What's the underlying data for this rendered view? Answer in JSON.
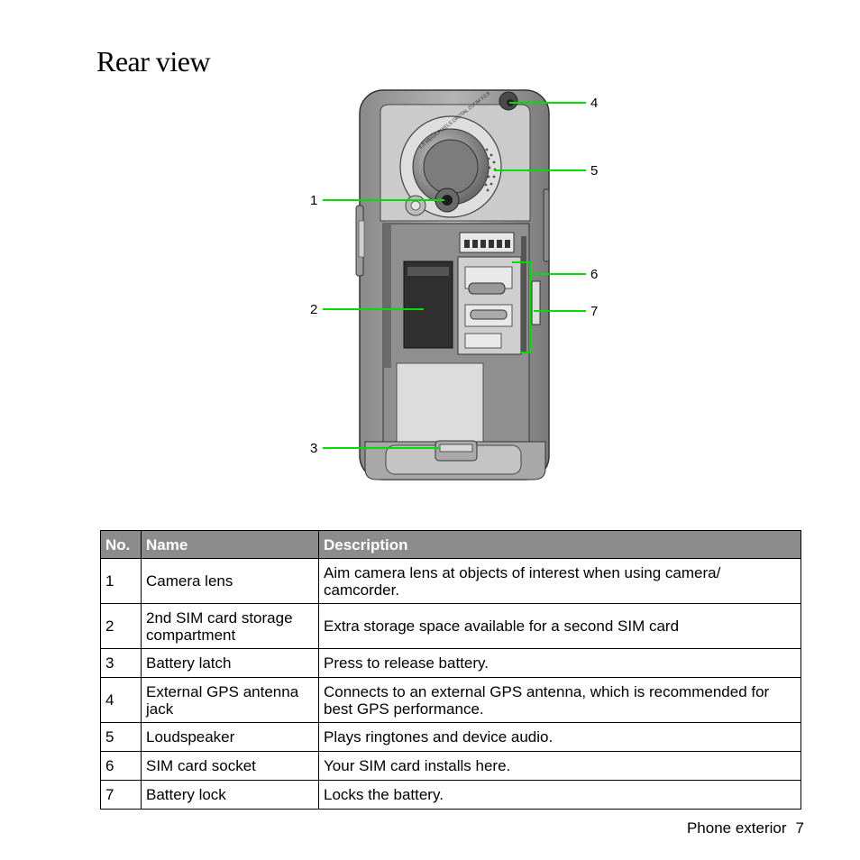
{
  "page": {
    "title": "Rear view",
    "footer_section": "Phone exterior",
    "footer_page": "7"
  },
  "figure": {
    "callouts": [
      "1",
      "2",
      "3",
      "4",
      "5",
      "6",
      "7"
    ],
    "lens_ring_text": "1.3 MEGA PIXELS DIGITAL ZOOM F2.8",
    "callout_line_color": "#00dd00"
  },
  "table": {
    "headers": {
      "no": "No.",
      "name": "Name",
      "description": "Description"
    },
    "rows": [
      {
        "no": "1",
        "name": "Camera lens",
        "description": "Aim camera lens at objects of interest when using camera/ camcorder."
      },
      {
        "no": "2",
        "name": "2nd SIM card storage compartment",
        "description": "Extra storage space available for a second SIM card"
      },
      {
        "no": "3",
        "name": "Battery latch",
        "description": "Press to release battery."
      },
      {
        "no": "4",
        "name": "External GPS antenna jack",
        "description": "Connects to an external GPS antenna, which is recommended for best GPS performance."
      },
      {
        "no": "5",
        "name": "Loudspeaker",
        "description": "Plays ringtones and device audio."
      },
      {
        "no": "6",
        "name": "SIM card socket",
        "description": "Your SIM card installs here."
      },
      {
        "no": "7",
        "name": "Battery lock",
        "description": "Locks the battery."
      }
    ]
  }
}
